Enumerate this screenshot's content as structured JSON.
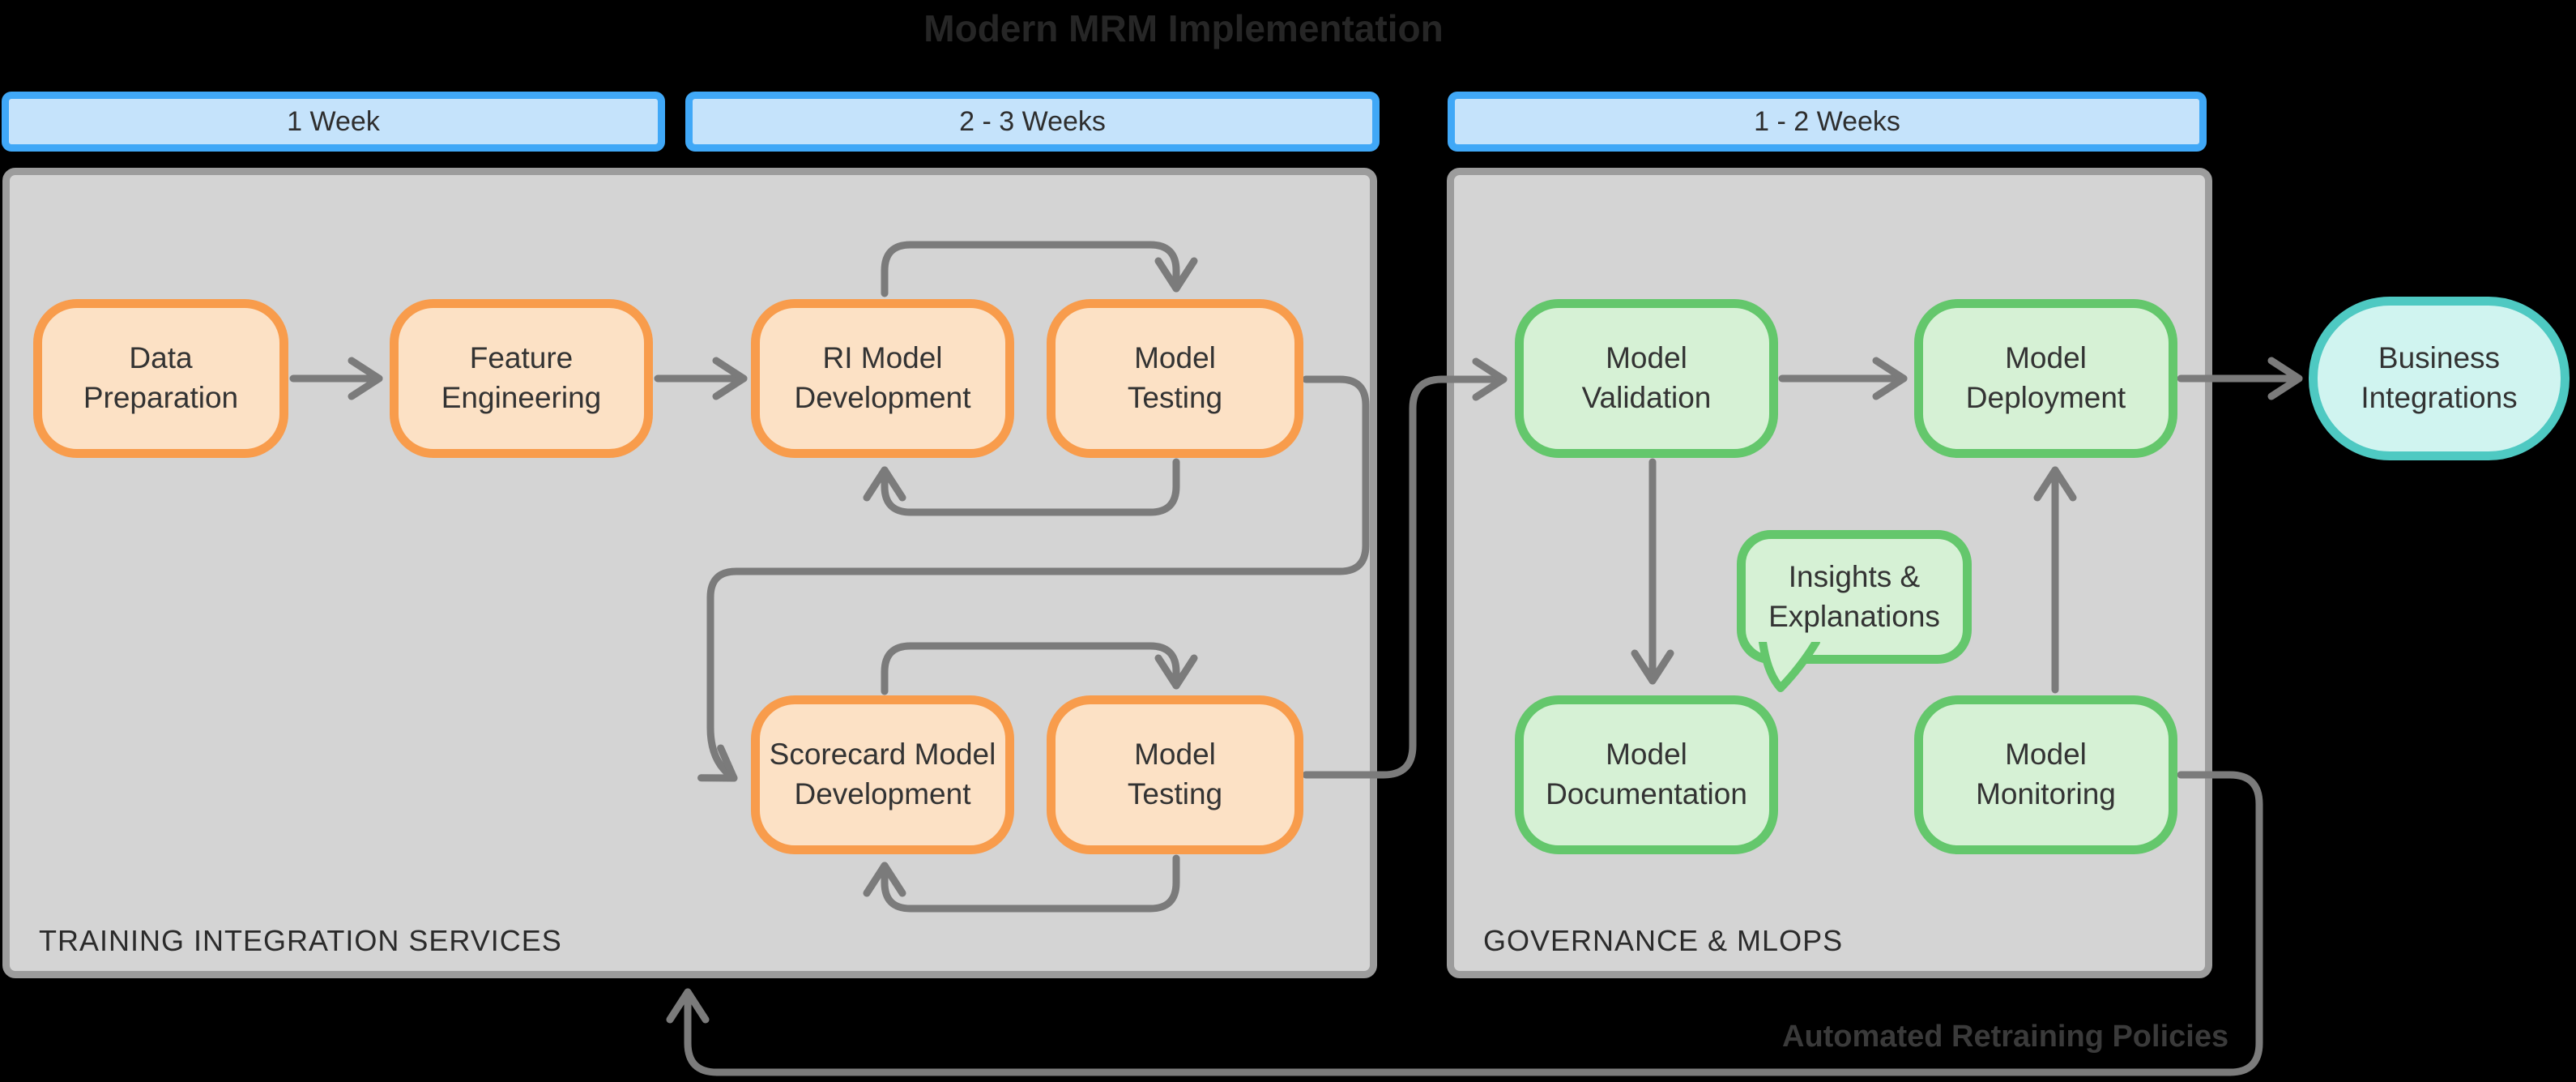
{
  "title": "Modern MRM Implementation",
  "timeline": [
    {
      "label": "1 Week"
    },
    {
      "label": "2 - 3 Weeks"
    },
    {
      "label": "1 - 2 Weeks"
    }
  ],
  "containers": [
    {
      "label": "TRAINING INTEGRATION SERVICES"
    },
    {
      "label": "GOVERNANCE & MLOPS"
    }
  ],
  "nodes": {
    "data_preparation": {
      "line1": "Data",
      "line2": "Preparation"
    },
    "feature_engineering": {
      "line1": "Feature",
      "line2": "Engineering"
    },
    "ri_model_development": {
      "line1": "RI Model",
      "line2": "Development"
    },
    "model_testing_1": {
      "line1": "Model",
      "line2": "Testing"
    },
    "scorecard_model_development": {
      "line1": "Scorecard Model",
      "line2": "Development"
    },
    "model_testing_2": {
      "line1": "Model",
      "line2": "Testing"
    },
    "model_validation": {
      "line1": "Model",
      "line2": "Validation"
    },
    "model_deployment": {
      "line1": "Model",
      "line2": "Deployment"
    },
    "model_documentation": {
      "line1": "Model",
      "line2": "Documentation"
    },
    "model_monitoring": {
      "line1": "Model",
      "line2": "Monitoring"
    },
    "business_integrations": {
      "line1": "Business",
      "line2": "Integrations"
    },
    "insights": {
      "line1": "Insights &",
      "line2": "Explanations"
    }
  },
  "annotations": {
    "retraining": "Automated Retraining Policies"
  },
  "edges": [
    {
      "from": "Data Preparation",
      "to": "Feature Engineering",
      "type": "flow"
    },
    {
      "from": "Feature Engineering",
      "to": "RI Model Development",
      "type": "flow"
    },
    {
      "from": "RI Model Development",
      "to": "Model Testing",
      "type": "iteration-loop"
    },
    {
      "from": "Model Testing",
      "to": "RI Model Development",
      "type": "iteration-loop"
    },
    {
      "from": "Model Testing",
      "to": "Scorecard Model Development",
      "type": "flow"
    },
    {
      "from": "Scorecard Model Development",
      "to": "Model Testing",
      "type": "iteration-loop"
    },
    {
      "from": "Model Testing",
      "to": "Scorecard Model Development",
      "type": "iteration-loop"
    },
    {
      "from": "Model Testing",
      "to": "Model Validation",
      "type": "flow"
    },
    {
      "from": "Model Validation",
      "to": "Model Deployment",
      "type": "flow"
    },
    {
      "from": "Model Validation",
      "to": "Model Documentation",
      "type": "flow"
    },
    {
      "from": "Model Monitoring",
      "to": "Model Deployment",
      "type": "flow"
    },
    {
      "from": "Model Deployment",
      "to": "Business Integrations",
      "type": "flow"
    },
    {
      "from": "Model Monitoring",
      "to": "Training Integration Services",
      "type": "feedback",
      "label": "Automated Retraining Policies"
    }
  ],
  "colors": {
    "background": "#000000",
    "container_fill": "#D4D4D4",
    "container_border": "#9C9C9C",
    "timeline_fill": "#C5E3FB",
    "timeline_border": "#40A8F7",
    "orange_fill": "#FCE1C5",
    "orange_border": "#F89C4C",
    "green_fill": "#D6F1D5",
    "green_border": "#64C76C",
    "teal_fill": "#D0F4F0",
    "teal_border": "#4EC9C2",
    "arrow": "#7B7B7B",
    "text_dark": "#2E2E2E"
  }
}
